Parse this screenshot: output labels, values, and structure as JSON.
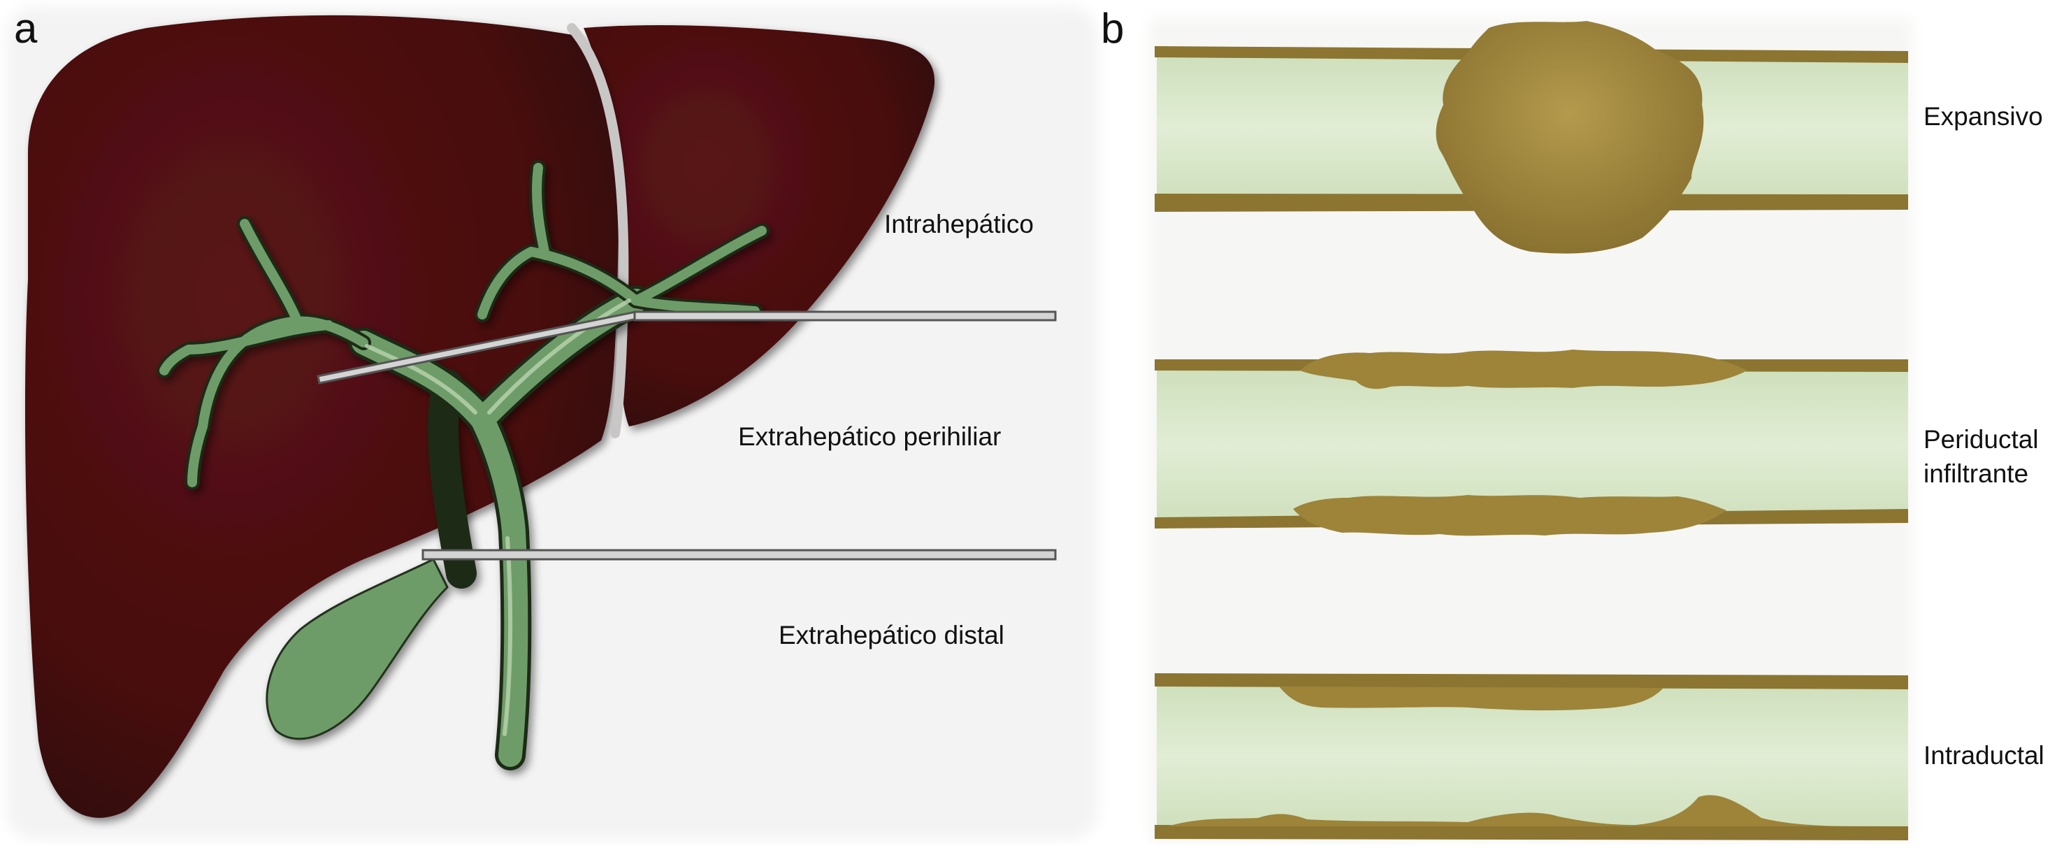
{
  "panels": {
    "a": {
      "letter": "a",
      "labels": {
        "intrahepatic": "Intrahepático",
        "perihilar": "Extrahepático perihiliar",
        "distal": "Extrahepático distal"
      }
    },
    "b": {
      "letter": "b",
      "labels": {
        "expansive": "Expansivo",
        "periductal_line1": "Periductal",
        "periductal_line2": "infiltrante",
        "intraductal": "Intraductal"
      }
    }
  },
  "colors": {
    "liver": "#4a0e0f",
    "liver_dark": "#2c0506",
    "bile_duct": "#6e9c68",
    "bile_duct_light": "#aac8a0",
    "duct_lumen": "#dde9cf",
    "duct_wall": "#8c7531",
    "tumor": "#9d8439",
    "marker_bar": "#c9c9c9"
  }
}
